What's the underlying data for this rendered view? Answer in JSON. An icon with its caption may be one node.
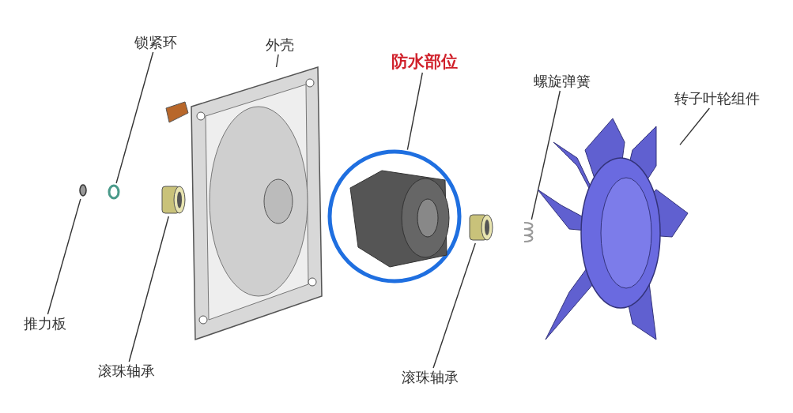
{
  "diagram": {
    "nodes": [
      {
        "text": [
          "锁紧环"
        ]
      },
      {
        "text": [],
        "shape": "circle"
      },
      {
        "text": [
          "外壳"
        ]
      },
      {
        "text": [],
        "shape": "picture"
      },
      {
        "text": [
          "防水部位"
        ]
      },
      {
        "text": [],
        "shape": "circle"
      },
      {
        "text": [
          "螺旋弹簧"
        ]
      },
      {
        "text": [],
        "shape": "picture"
      },
      {
        "text": [
          "转子叶轮组件"
        ]
      },
      {
        "text": [],
        "shape": "picture"
      },
      {
        "text": [
          "推力板"
        ]
      },
      {
        "text": [],
        "shape": "circle"
      },
      {
        "text": [
          "滚珠轴承"
        ]
      },
      {
        "text": [],
        "shape": "cylinder"
      },
      {
        "text": [
          "滚珠轴承"
        ]
      },
      {
        "text": [],
        "shape": "cylinder"
      }
    ],
    "edges": [
      {
        "from": 0,
        "to": 1,
        "arrow": "none"
      },
      {
        "from": 2,
        "to": 3,
        "arrow": "none"
      },
      {
        "from": 4,
        "to": 5,
        "arrow": "none"
      },
      {
        "from": 6,
        "to": 7,
        "arrow": "none"
      },
      {
        "from": 8,
        "to": 9,
        "arrow": "none"
      },
      {
        "from": 10,
        "to": 11,
        "arrow": "none"
      },
      {
        "from": 12,
        "to": 13,
        "arrow": "none"
      },
      {
        "from": 14,
        "to": 15,
        "arrow": "none"
      }
    ]
  }
}
